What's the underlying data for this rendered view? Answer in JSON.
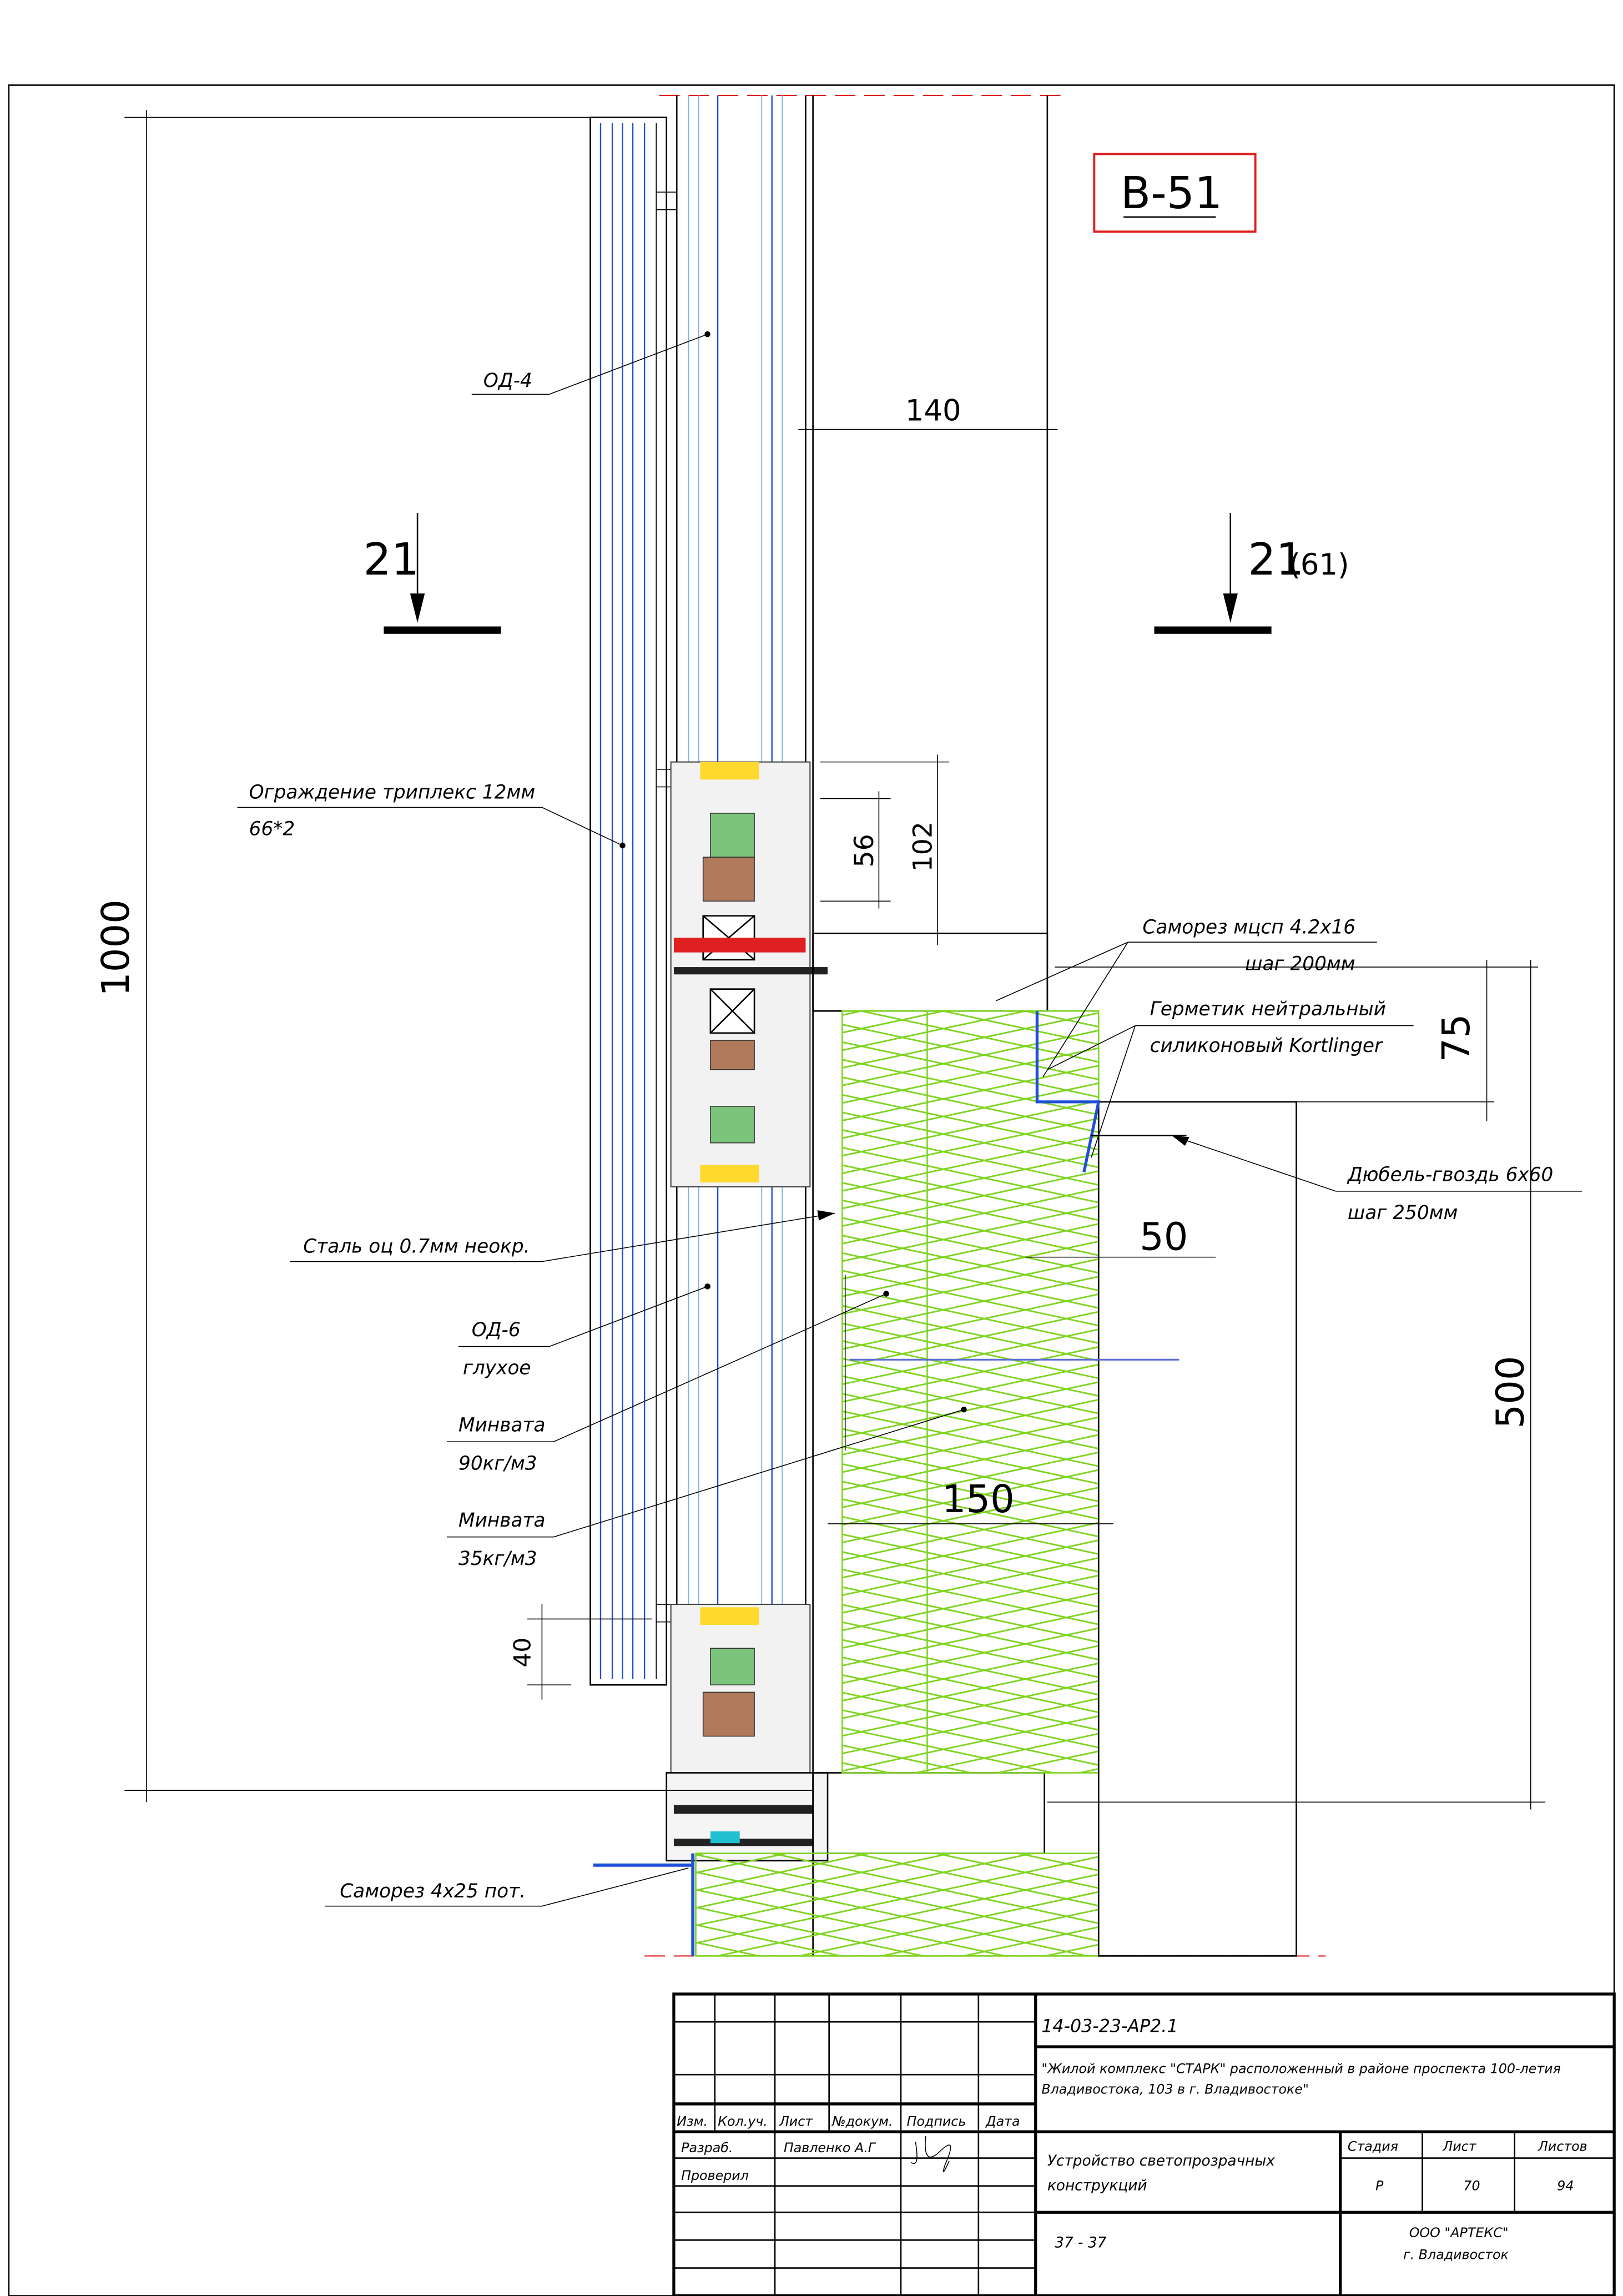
{
  "view_tag": "В-51",
  "section_marks": {
    "left": "21",
    "right": "21",
    "right_ref": "(61)"
  },
  "dimensions": {
    "d1000": "1000",
    "d140": "140",
    "d56": "56",
    "d102": "102",
    "d75": "75",
    "d50": "50",
    "d150": "150",
    "d500": "500",
    "d40": "40"
  },
  "callouts": {
    "od4": "ОД-4",
    "railing_1": "Ограждение триплекс 12мм",
    "railing_2": "66*2",
    "screw1_1": "Саморез мцсп 4.2х16",
    "screw1_2": "шаг 200мм",
    "sealant_1": "Герметик нейтральный",
    "sealant_2": "силиконовый Kortlinger",
    "dowel_1": "Дюбель-гвоздь 6х60",
    "dowel_2": "шаг 250мм",
    "steel": "Сталь оц 0.7мм неокр.",
    "od6_1": "ОД-6",
    "od6_2": "глухое",
    "wool90_1": "Минвата",
    "wool90_2": "90кг/м3",
    "wool35_1": "Минвата",
    "wool35_2": "35кг/м3",
    "screw2": "Саморез 4х25 пот."
  },
  "title_block": {
    "code": "14-03-23-АР2.1",
    "project": [
      "\"Жилой комплекс \"СТАРК\" расположенный в районе проспекта 100-летия",
      "Владивостока, 103 в г. Владивостоке\""
    ],
    "headers": [
      "Изм.",
      "Кол.уч.",
      "Лист",
      "№докум.",
      "Подпись",
      "Дата"
    ],
    "developed_label": "Разраб.",
    "developer": "Павленко А.Г",
    "checked_label": "Проверил",
    "sheet_title": [
      "Устройство светопрозрачных",
      "конструкций"
    ],
    "stage_label": "Стадия",
    "sheet_label": "Лист",
    "sheets_label": "Листов",
    "stage": "Р",
    "sheet": "70",
    "sheets": "94",
    "axes": "37  -  37",
    "company": [
      "ООО \"АРТЕКС\"",
      "г. Владивосток"
    ]
  },
  "colors": {
    "glass": "#1e4fd8",
    "insulation": "#7ed321",
    "tag": "#e02020",
    "sealant": "#e02020"
  }
}
